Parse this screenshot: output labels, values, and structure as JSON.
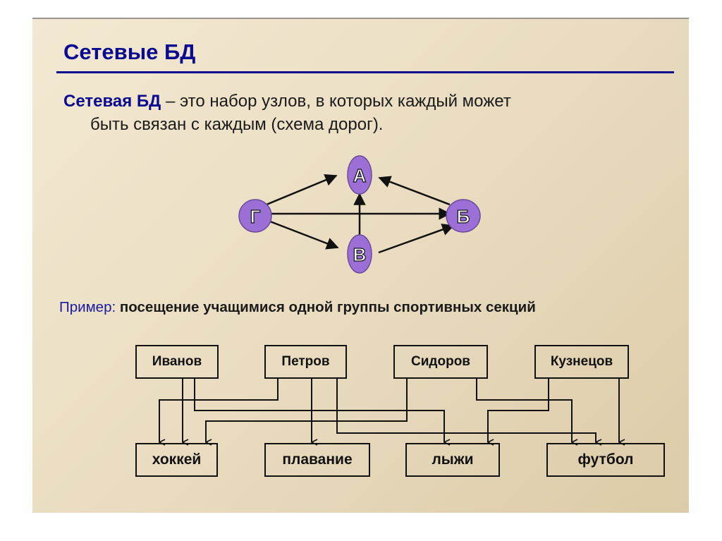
{
  "title": "Сетевые БД",
  "definition": {
    "term": "Сетевая БД",
    "line1_rest": " – это набор узлов, в которых каждый может",
    "line2": "быть связан с каждым (схема дорог)."
  },
  "graph": {
    "nodes": [
      "А",
      "Б",
      "В",
      "Г"
    ],
    "edges": [
      [
        "Г",
        "А"
      ],
      [
        "Б",
        "А"
      ],
      [
        "Г",
        "Б"
      ],
      [
        "В",
        "А"
      ],
      [
        "Г",
        "В"
      ],
      [
        "В",
        "Б"
      ]
    ],
    "node_color": "#9b6fd6"
  },
  "example": {
    "label": "Пример:",
    "text": " посещение учащимися одной группы спортивных секций"
  },
  "students": [
    "Иванов",
    "Петров",
    "Сидоров",
    "Кузнецов"
  ],
  "sections": [
    "хоккей",
    "плавание",
    "лыжи",
    "футбол"
  ],
  "links": [
    [
      "Иванов",
      "хоккей"
    ],
    [
      "Иванов",
      "лыжи"
    ],
    [
      "Петров",
      "хоккей"
    ],
    [
      "Петров",
      "плавание"
    ],
    [
      "Петров",
      "футбол"
    ],
    [
      "Сидоров",
      "хоккей"
    ],
    [
      "Сидоров",
      "футбол"
    ],
    [
      "Кузнецов",
      "лыжи"
    ],
    [
      "Кузнецов",
      "футбол"
    ]
  ]
}
